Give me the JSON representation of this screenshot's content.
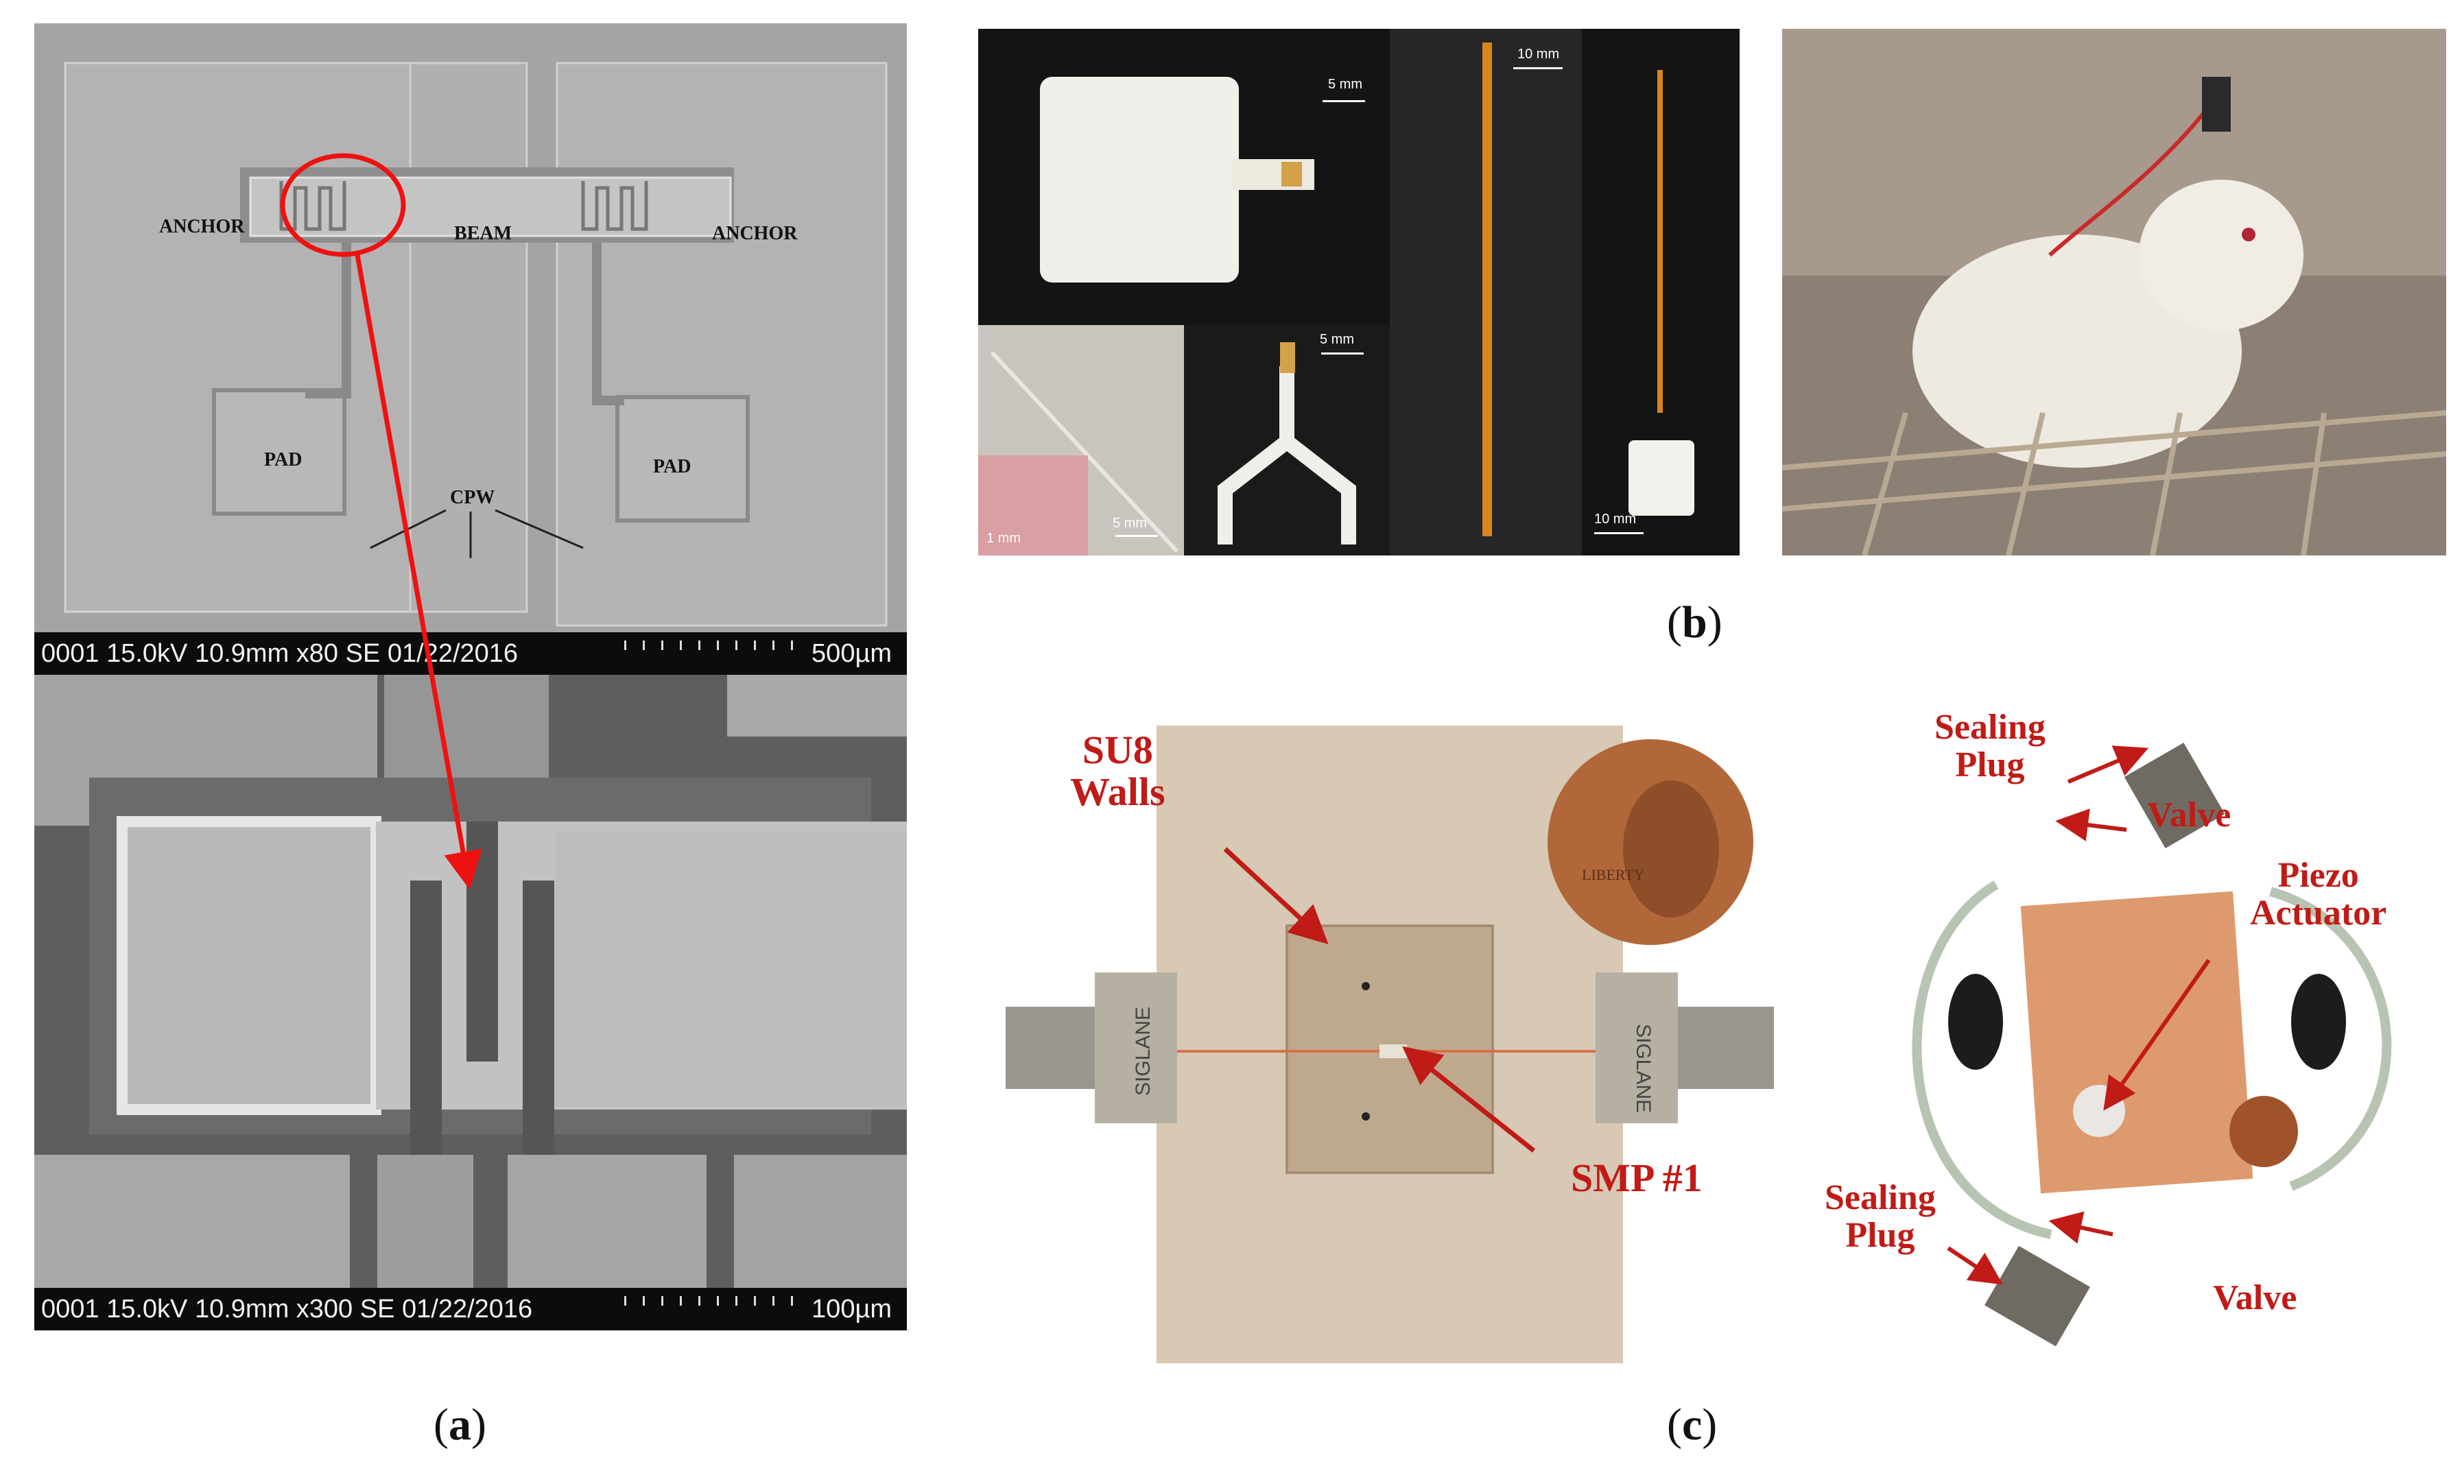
{
  "panel_a": {
    "caption_letter": "a",
    "top_sem": {
      "labels": {
        "anchor_left": "ANCHOR",
        "beam": "BEAM",
        "anchor_right": "ANCHOR",
        "pad_left": "PAD",
        "cpw": "CPW",
        "pad_right": "PAD"
      },
      "info_bar": "0001 15.0kV 10.9mm x80 SE 01/22/2016",
      "scale": "500µm"
    },
    "bottom_sem": {
      "info_bar": "0001 15.0kV 10.9mm x300 SE 01/22/2016",
      "scale": "100µm"
    }
  },
  "panel_b": {
    "caption_letter": "b",
    "scale_labels": {
      "pad_5mm": "5 mm",
      "strip_10mm": "10 mm",
      "needle_5mm": "5 mm",
      "inset_1mm": "1 mm",
      "fork_5mm": "5 mm",
      "cable_10mm": "10 mm"
    }
  },
  "panel_c": {
    "caption_letter": "c",
    "labels": {
      "su8_walls": "SU8\nWalls",
      "smp": "SMP #1",
      "sealing_plug_top": "Sealing\nPlug",
      "valve_top": "Valve",
      "piezo_actuator": "Piezo\nActuator",
      "sealing_plug_bottom": "Sealing\nPlug",
      "valve_bottom": "Valve"
    },
    "connector_text": "SIGLANE",
    "coin_text": "LIBERTY"
  },
  "colors": {
    "annotation_red": "#c11b17",
    "sem_gray": "#9e9e9e",
    "sem_bar": "#0c0c0c"
  }
}
